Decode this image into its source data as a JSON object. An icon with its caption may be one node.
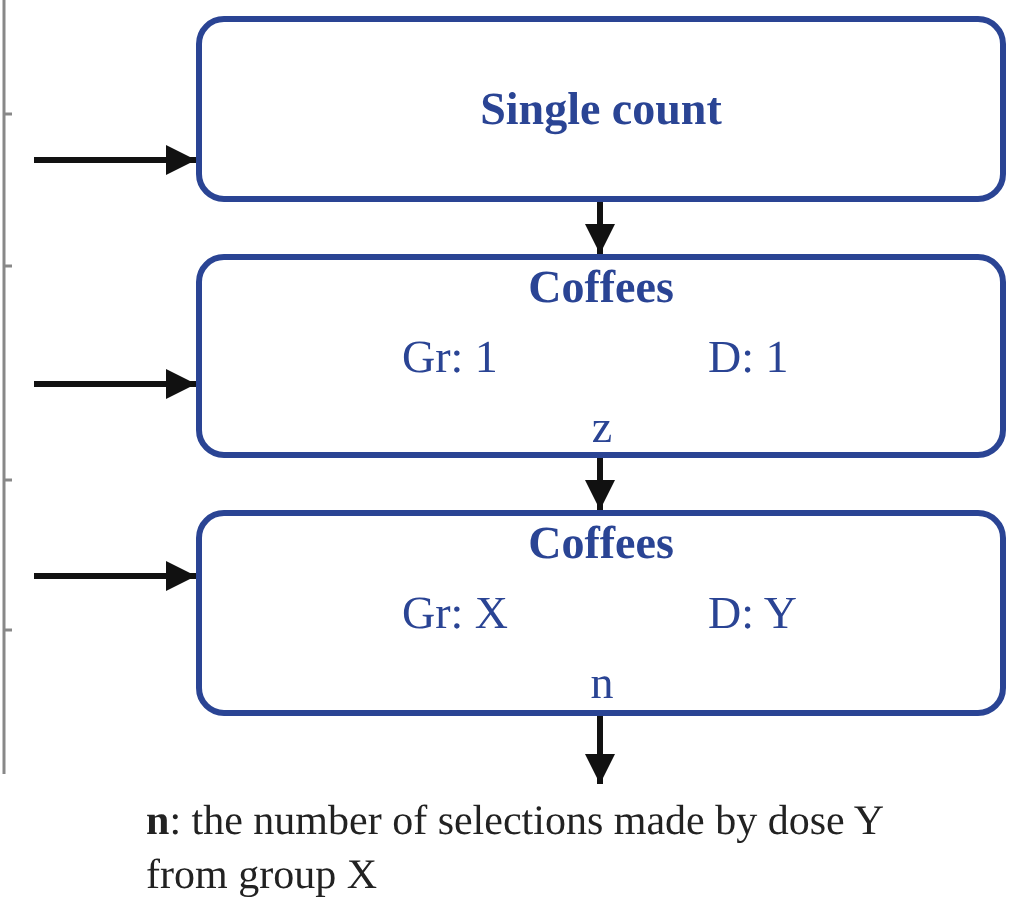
{
  "diagram": {
    "nodes": [
      {
        "text": [
          "Single count"
        ]
      },
      {
        "text": [
          "Coffees",
          "Gr: 1",
          "D: 1",
          "z"
        ]
      },
      {
        "text": [
          "Coffees",
          "Gr: X",
          "D: Y",
          "n"
        ]
      },
      {
        "text": [
          "**n**: the number of selections made by dose Y from group X"
        ]
      }
    ],
    "edges": [
      {
        "from": null,
        "to": 0,
        "arrow": "to"
      },
      {
        "from": null,
        "to": 1,
        "arrow": "to"
      },
      {
        "from": null,
        "to": 2,
        "arrow": "to"
      },
      {
        "from": 0,
        "to": 1,
        "arrow": "to"
      },
      {
        "from": 1,
        "to": 2,
        "arrow": "to"
      },
      {
        "from": 2,
        "to": 3,
        "arrow": "to"
      }
    ]
  }
}
